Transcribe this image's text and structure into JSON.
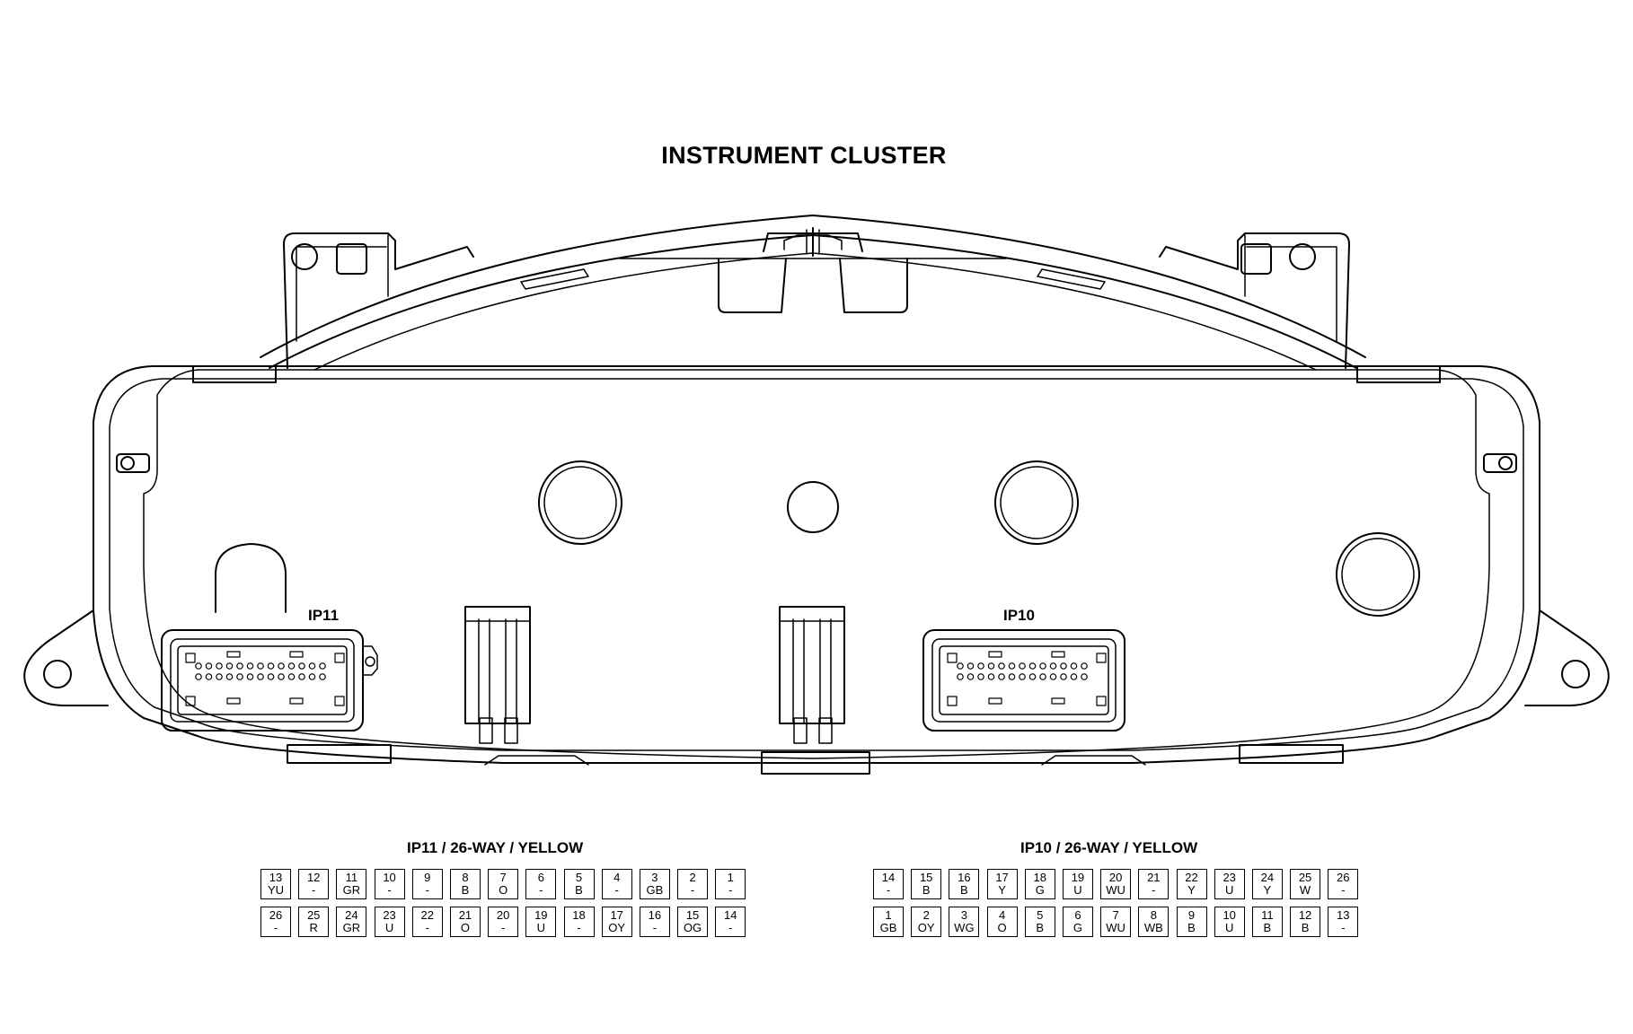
{
  "diagram": {
    "title": "INSTRUMENT CLUSTER",
    "colors": {
      "line": "#000000",
      "background": "#ffffff"
    }
  },
  "connectors": {
    "ip11": {
      "label": "IP11",
      "table_title": "IP11 / 26-WAY / YELLOW",
      "top_row": [
        {
          "pin": "13",
          "wire": "YU"
        },
        {
          "pin": "12",
          "wire": "-"
        },
        {
          "pin": "11",
          "wire": "GR"
        },
        {
          "pin": "10",
          "wire": "-"
        },
        {
          "pin": "9",
          "wire": "-"
        },
        {
          "pin": "8",
          "wire": "B"
        },
        {
          "pin": "7",
          "wire": "O"
        },
        {
          "pin": "6",
          "wire": "-"
        },
        {
          "pin": "5",
          "wire": "B"
        },
        {
          "pin": "4",
          "wire": "-"
        },
        {
          "pin": "3",
          "wire": "GB"
        },
        {
          "pin": "2",
          "wire": "-"
        },
        {
          "pin": "1",
          "wire": "-"
        }
      ],
      "bottom_row": [
        {
          "pin": "26",
          "wire": "-"
        },
        {
          "pin": "25",
          "wire": "R"
        },
        {
          "pin": "24",
          "wire": "GR"
        },
        {
          "pin": "23",
          "wire": "U"
        },
        {
          "pin": "22",
          "wire": "-"
        },
        {
          "pin": "21",
          "wire": "O"
        },
        {
          "pin": "20",
          "wire": "-"
        },
        {
          "pin": "19",
          "wire": "U"
        },
        {
          "pin": "18",
          "wire": "-"
        },
        {
          "pin": "17",
          "wire": "OY"
        },
        {
          "pin": "16",
          "wire": "-"
        },
        {
          "pin": "15",
          "wire": "OG"
        },
        {
          "pin": "14",
          "wire": "-"
        }
      ]
    },
    "ip10": {
      "label": "IP10",
      "table_title": "IP10 / 26-WAY / YELLOW",
      "top_row": [
        {
          "pin": "14",
          "wire": "-"
        },
        {
          "pin": "15",
          "wire": "B"
        },
        {
          "pin": "16",
          "wire": "B"
        },
        {
          "pin": "17",
          "wire": "Y"
        },
        {
          "pin": "18",
          "wire": "G"
        },
        {
          "pin": "19",
          "wire": "U"
        },
        {
          "pin": "20",
          "wire": "WU"
        },
        {
          "pin": "21",
          "wire": "-"
        },
        {
          "pin": "22",
          "wire": "Y"
        },
        {
          "pin": "23",
          "wire": "U"
        },
        {
          "pin": "24",
          "wire": "Y"
        },
        {
          "pin": "25",
          "wire": "W"
        },
        {
          "pin": "26",
          "wire": "-"
        }
      ],
      "bottom_row": [
        {
          "pin": "1",
          "wire": "GB"
        },
        {
          "pin": "2",
          "wire": "OY"
        },
        {
          "pin": "3",
          "wire": "WG"
        },
        {
          "pin": "4",
          "wire": "O"
        },
        {
          "pin": "5",
          "wire": "B"
        },
        {
          "pin": "6",
          "wire": "G"
        },
        {
          "pin": "7",
          "wire": "WU"
        },
        {
          "pin": "8",
          "wire": "WB"
        },
        {
          "pin": "9",
          "wire": "B"
        },
        {
          "pin": "10",
          "wire": "U"
        },
        {
          "pin": "11",
          "wire": "B"
        },
        {
          "pin": "12",
          "wire": "B"
        },
        {
          "pin": "13",
          "wire": "-"
        }
      ]
    }
  }
}
